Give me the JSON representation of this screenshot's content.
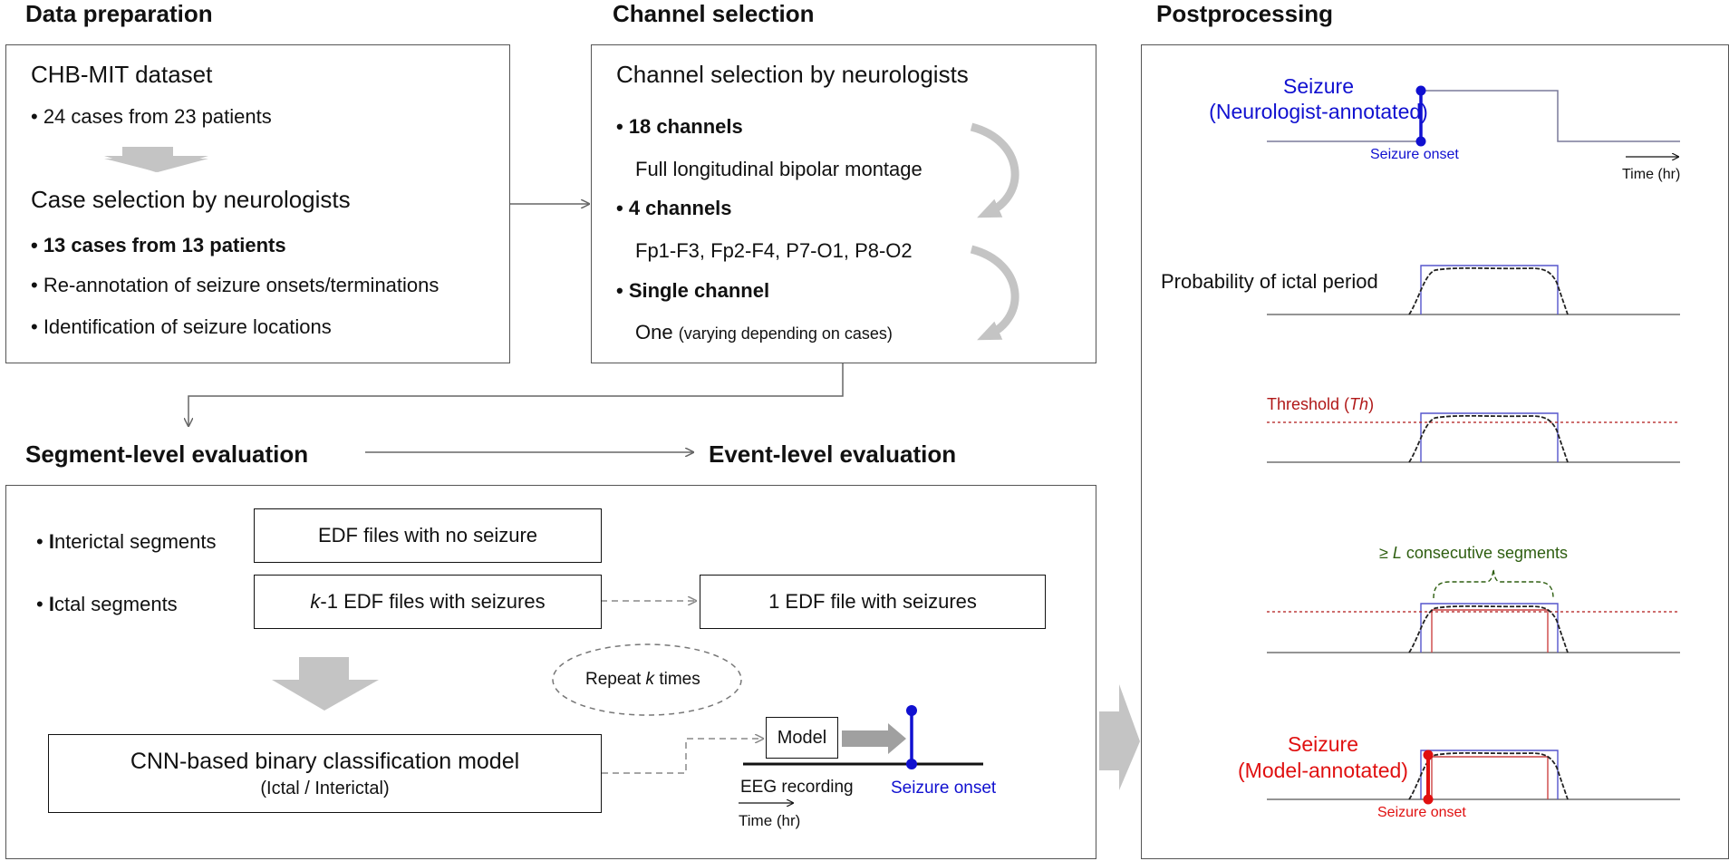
{
  "sections": {
    "data_preparation": "Data preparation",
    "channel_selection": "Channel selection",
    "postprocessing": "Postprocessing",
    "segment_level": "Segment-level evaluation",
    "event_level": "Event-level evaluation"
  },
  "data_prep": {
    "dataset_title": "CHB-MIT dataset",
    "dataset_item": "• 24 cases from 23 patients",
    "case_title": "Case selection by neurologists",
    "item1": "• 13 cases from 13 patients",
    "item2": "• Re-annotation of seizure onsets/terminations",
    "item3": "• Identification of seizure locations"
  },
  "channel": {
    "title": "Channel selection by neurologists",
    "c18": "• 18 channels",
    "c18_desc": "Full longitudinal bipolar montage",
    "c4": "• 4 channels",
    "c4_desc": "Fp1-F3, Fp2-F4, P7-O1, P8-O2",
    "c1": "• Single channel",
    "c1_desc_a": "One",
    "c1_desc_b": "(varying depending on cases)"
  },
  "segment": {
    "interictal_prefix": "• ",
    "interictal_initial": "I",
    "interictal_rest": "nterictal segments",
    "ictal_prefix": "• ",
    "ictal_initial": "I",
    "ictal_rest": "ctal segments",
    "box_no_seizure": "EDF files with no seizure",
    "box_k1_italic": "k",
    "box_k1_rest": "-1 EDF files with seizures",
    "box_1edf": "1 EDF file with seizures",
    "repeat_a": "Repeat ",
    "repeat_k": "k",
    "repeat_b": " times",
    "model_line1": "CNN-based binary classification model",
    "model_line2": "(Ictal / Interictal)",
    "model_box": "Model",
    "eeg_recording": "EEG recording",
    "time_hr": "Time (hr)",
    "seizure_onset": "Seizure onset"
  },
  "post": {
    "seizure_neuro_1": "Seizure",
    "seizure_neuro_2": "(Neurologist-annotated)",
    "seizure_onset_top": "Seizure onset",
    "time_hr": "Time (hr)",
    "prob_ictal": "Probability of ictal period",
    "threshold_a": "Threshold (",
    "threshold_th": "Th",
    "threshold_b": ")",
    "consec_a": "≥ ",
    "consec_l": "L",
    "consec_b": " consecutive segments",
    "seizure_model_1": "Seizure",
    "seizure_model_2": "(Model-annotated)",
    "seizure_onset_bottom": "Seizure onset"
  },
  "colors": {
    "blue": "#1010d0",
    "red": "#e01010",
    "darkred": "#b01818",
    "green": "#2e5e10",
    "arrow_gray": "#c0c0c0",
    "line_gray": "#666666",
    "axis_gray": "#555555"
  }
}
